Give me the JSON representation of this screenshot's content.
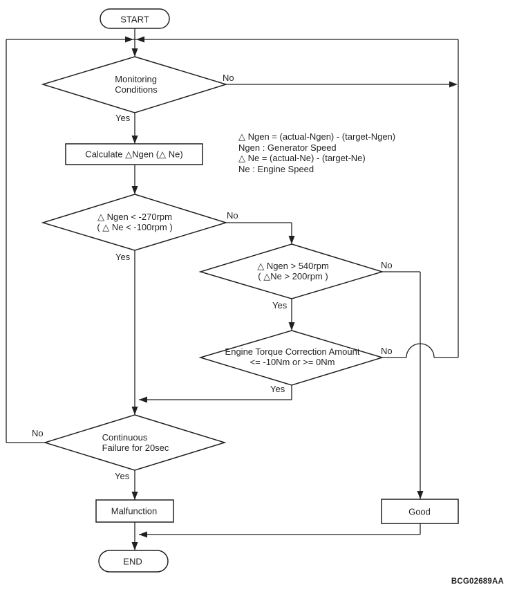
{
  "diagram": {
    "type": "flowchart",
    "nodes": {
      "start": {
        "label": "START"
      },
      "monitoring": {
        "lines": [
          "Monitoring",
          "Conditions"
        ]
      },
      "calculate": {
        "label": "Calculate △Ngen (△ Ne)"
      },
      "ngen_low": {
        "lines": [
          "△ Ngen < -270rpm",
          "( △ Ne < -100rpm )"
        ]
      },
      "ngen_high": {
        "lines": [
          "△ Ngen > 540rpm",
          "( △Ne > 200rpm )"
        ]
      },
      "torque": {
        "lines": [
          "Engine Torque Correction Amount",
          "<= -10Nm or >= 0Nm"
        ]
      },
      "continuous": {
        "lines": [
          "Continuous",
          "Failure for 20sec"
        ]
      },
      "malfunction": {
        "label": "Malfunction"
      },
      "good": {
        "label": "Good"
      },
      "end": {
        "label": "END"
      }
    },
    "edge_labels": {
      "yes": "Yes",
      "no": "No"
    },
    "annotation": {
      "lines": [
        "△ Ngen = (actual-Ngen) - (target-Ngen)",
        "Ngen : Generator Speed",
        "△ Ne = (actual-Ne) - (target-Ne)",
        "Ne : Engine Speed"
      ]
    },
    "footer": {
      "figure_id": "BCG02689AA"
    },
    "colors": {
      "line": "#231f20",
      "background": "#ffffff"
    }
  }
}
